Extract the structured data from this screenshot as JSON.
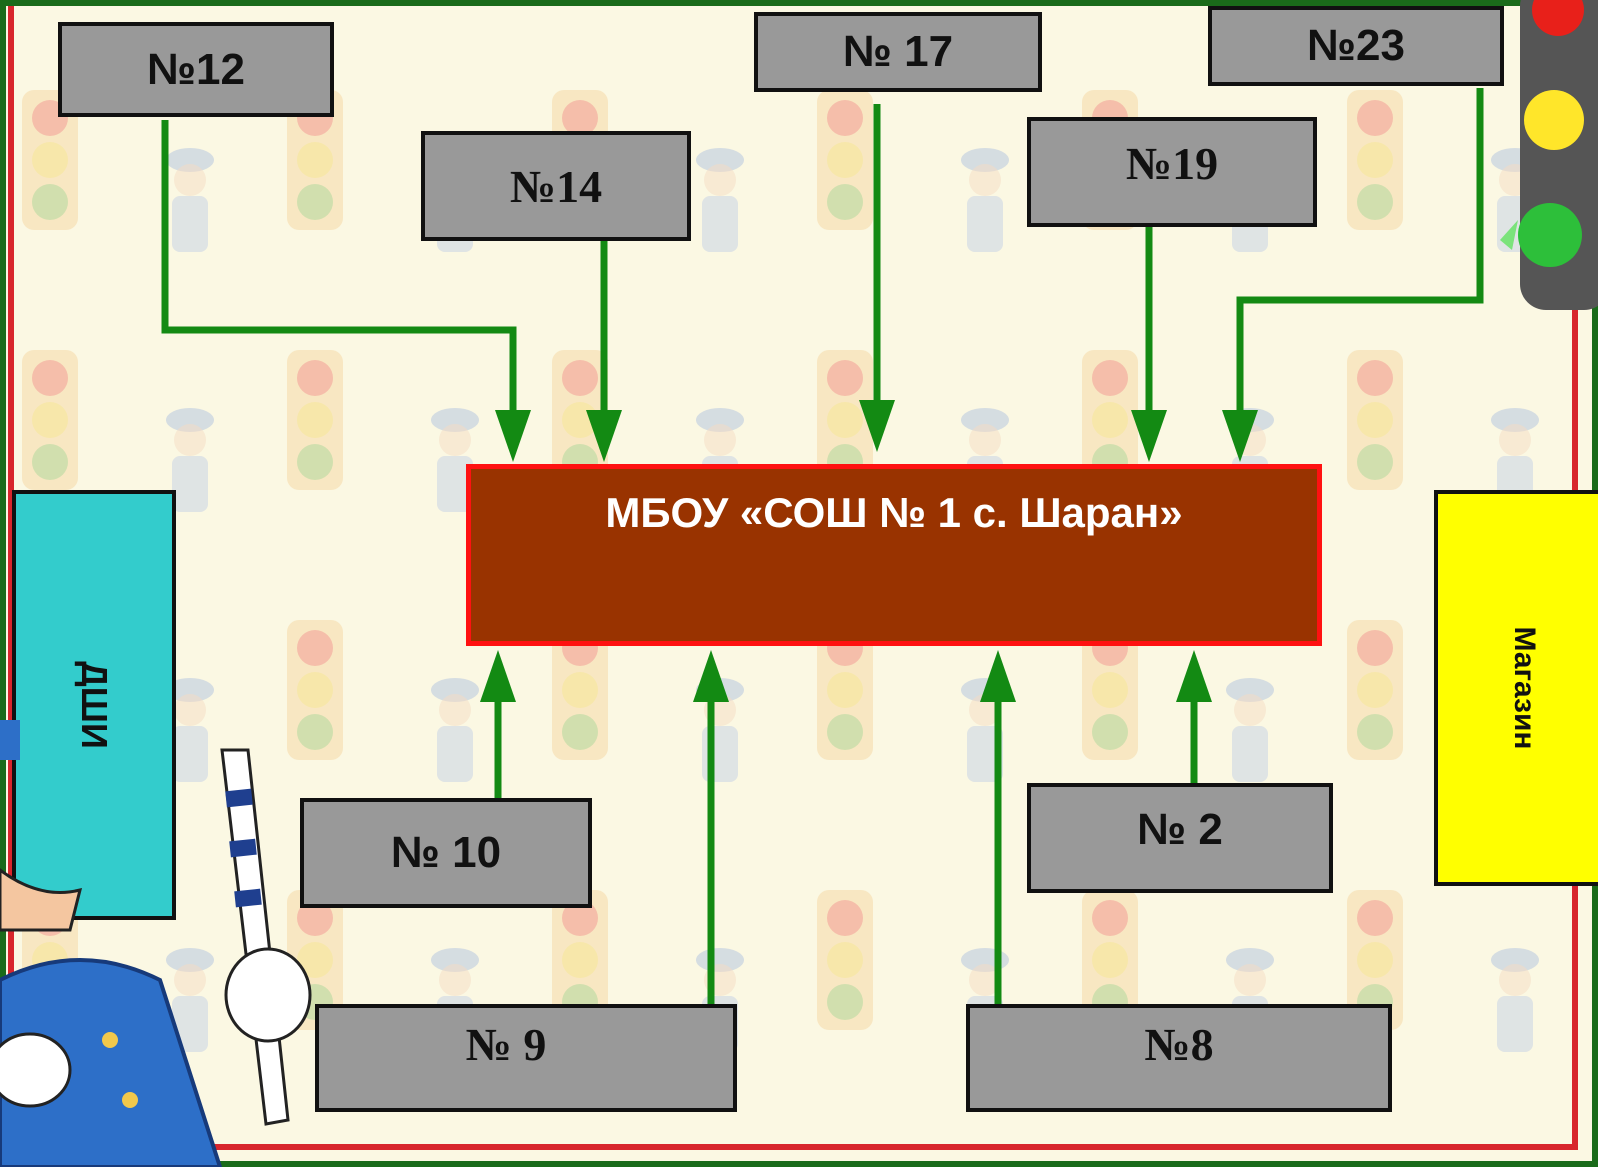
{
  "school": {
    "name": "МБОУ «СОШ № 1 с. Шаран»"
  },
  "boxes": {
    "n12": "№12",
    "n14": "№14",
    "n17": "№ 17",
    "n19": "№19",
    "n23": "№23",
    "n10": "№ 10",
    "n2": "№ 2",
    "n9": "№ 9",
    "n8": "№8"
  },
  "side": {
    "left": "ДШИ",
    "right": "Магазин"
  },
  "colors": {
    "arrow": "#138a13",
    "school_fill": "#993300",
    "school_border": "#ff1111",
    "box_fill": "#999999",
    "dshi_fill": "#33cccc",
    "shop_fill": "#ffff00",
    "background": "#fbf8e3"
  }
}
